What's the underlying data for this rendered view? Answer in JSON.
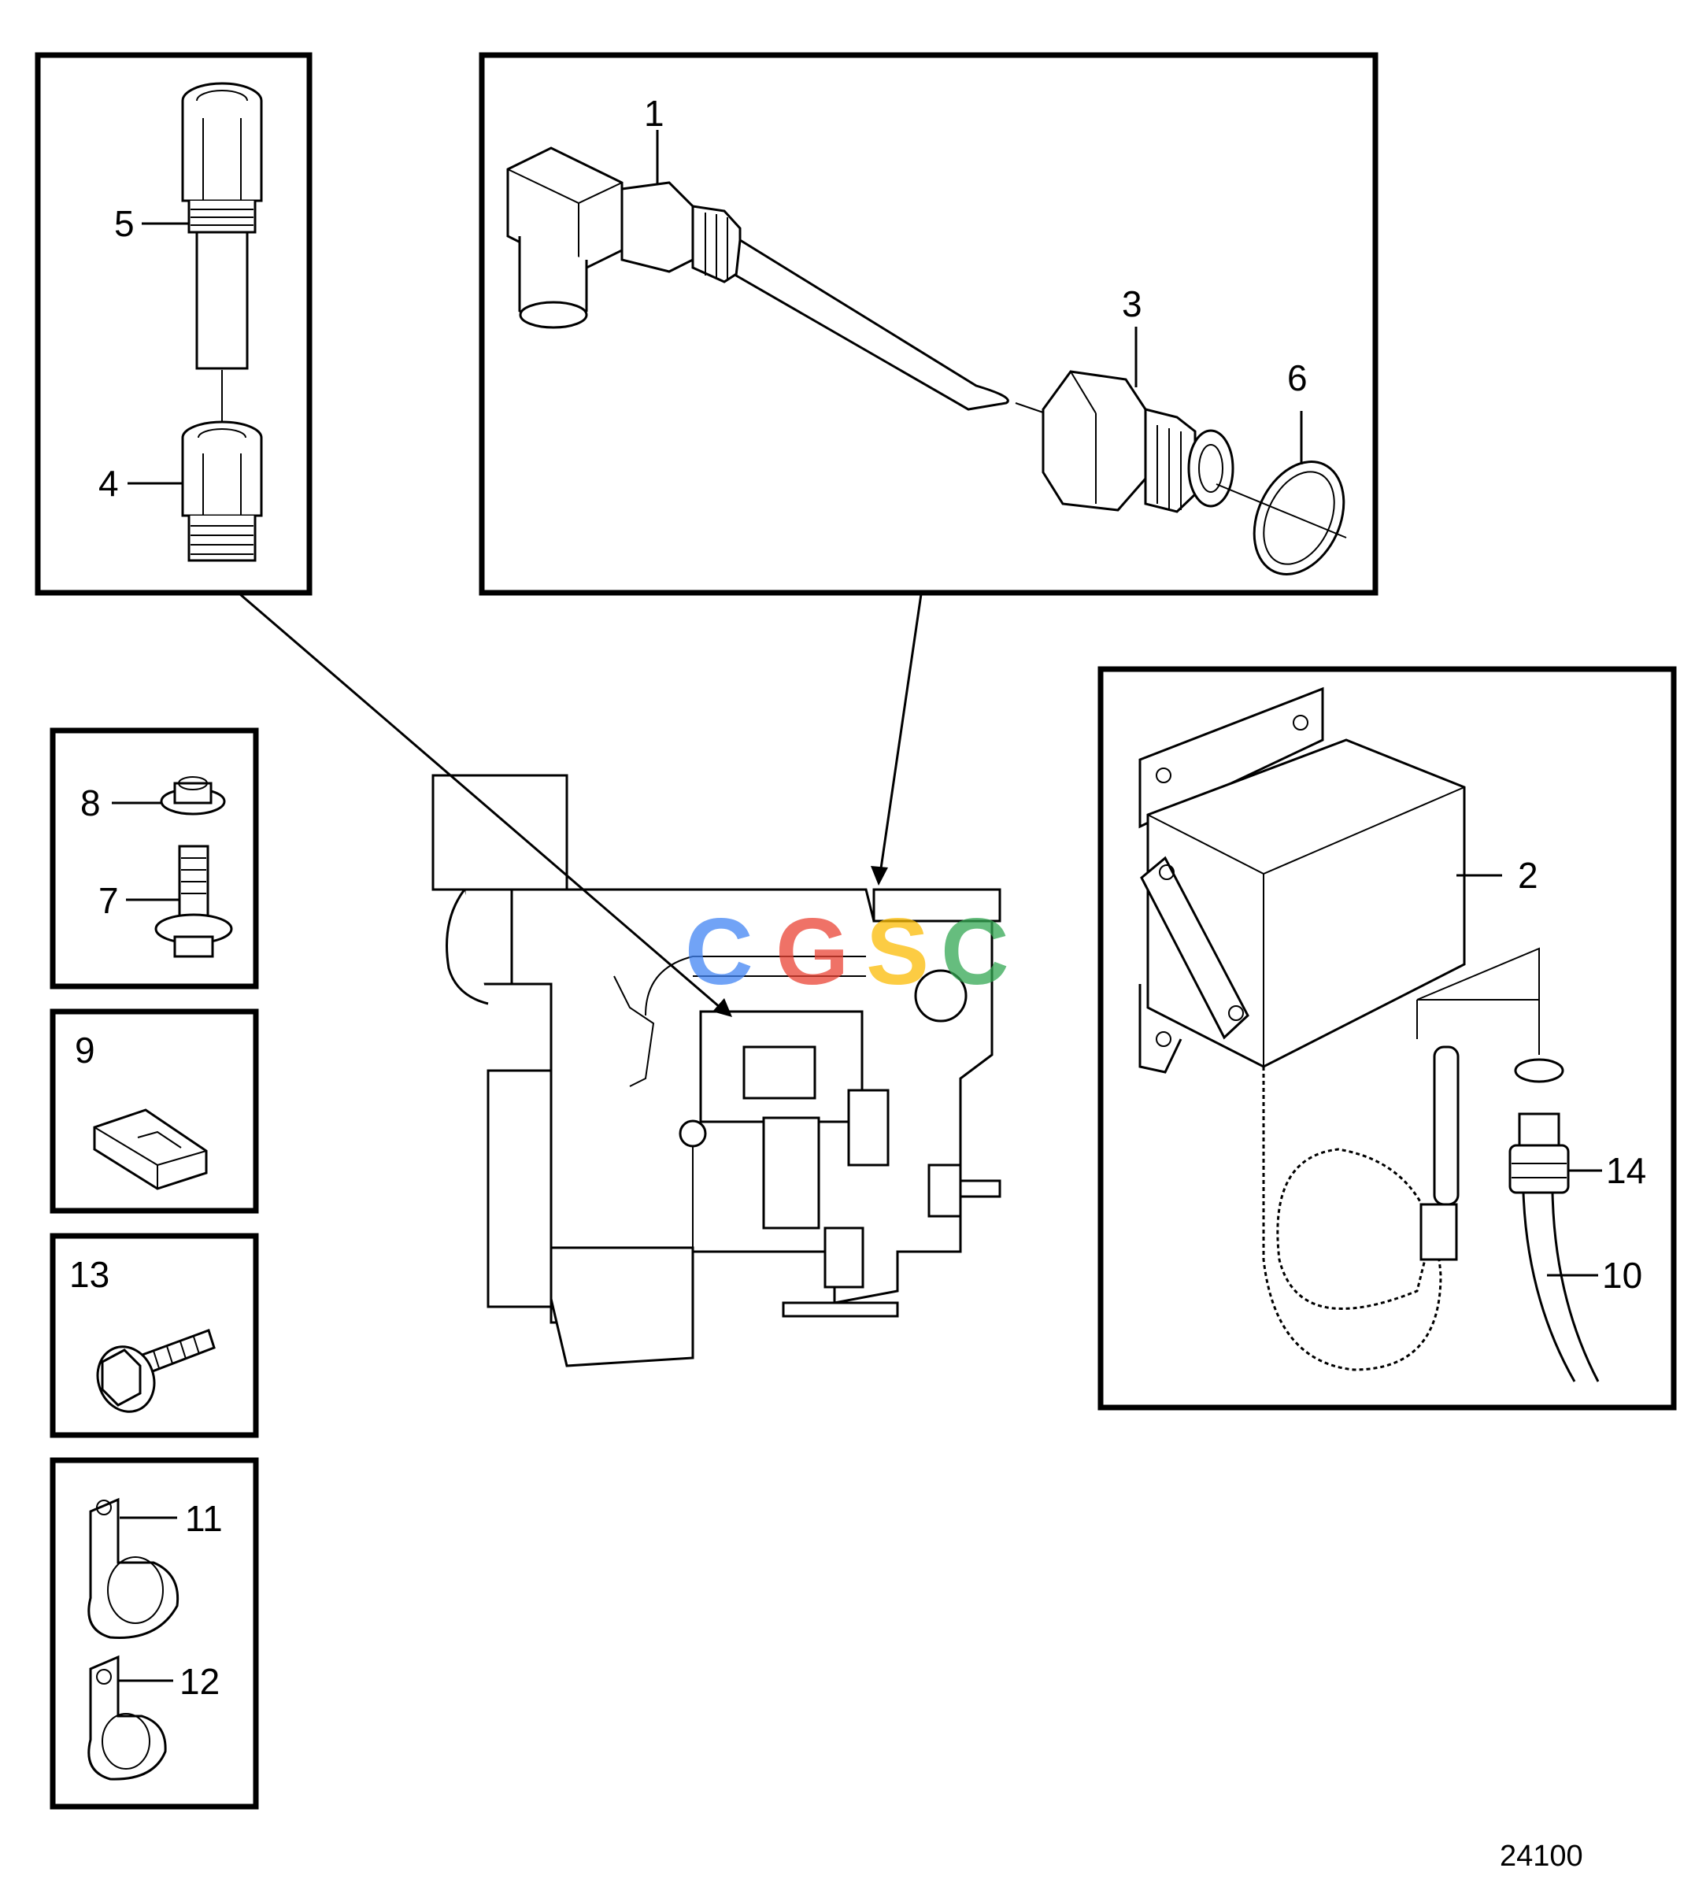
{
  "callouts": {
    "c1": "1",
    "c2": "2",
    "c3": "3",
    "c4": "4",
    "c5": "5",
    "c6": "6",
    "c7": "7",
    "c8": "8",
    "c9": "9",
    "c10": "10",
    "c11": "11",
    "c12": "12",
    "c13": "13",
    "c14": "14"
  },
  "figure_number": "24100",
  "watermark": {
    "letters": [
      "C",
      "G",
      "S",
      "C"
    ],
    "colors": [
      "#4285F4",
      "#EA4335",
      "#FBBC05",
      "#34A853"
    ]
  }
}
